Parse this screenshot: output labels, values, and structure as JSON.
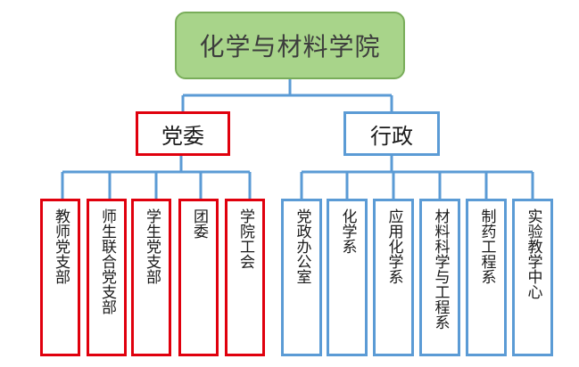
{
  "org_chart": {
    "root": {
      "label": "化学与材料学院"
    },
    "party": {
      "label": "党委",
      "color": "#e0000d",
      "units": [
        "教师党支部",
        "师生联合党支部",
        "学生党支部",
        "团委",
        "学院工会"
      ]
    },
    "admin": {
      "label": "行政",
      "color": "#5b9bd5",
      "units": [
        "党政办公室",
        "化学系",
        "应用化学系",
        "材料科学与工程系",
        "制药工程系",
        "实验教学中心"
      ]
    }
  }
}
